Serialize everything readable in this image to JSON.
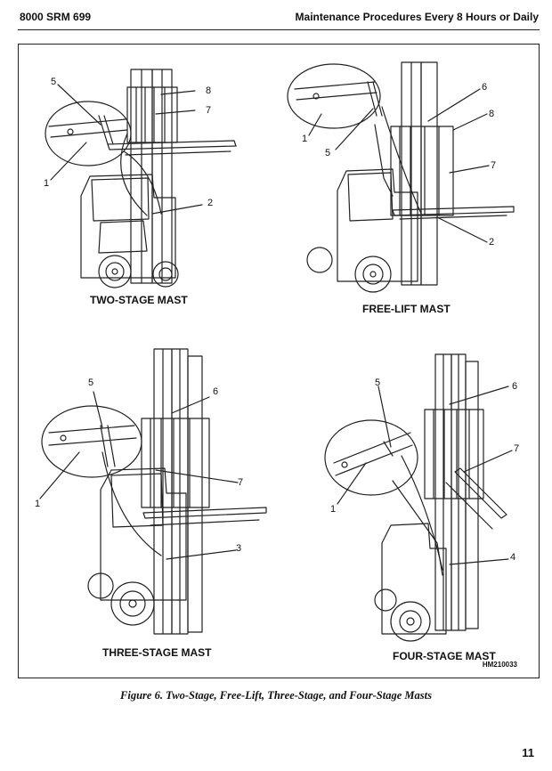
{
  "header": {
    "left": "8000 SRM 699",
    "right": "Maintenance Procedures Every 8 Hours or Daily"
  },
  "figure": {
    "panels": [
      {
        "label": "TWO-STAGE MAST",
        "callouts": [
          "5",
          "8",
          "7",
          "1",
          "2"
        ]
      },
      {
        "label": "FREE-LIFT MAST",
        "callouts": [
          "6",
          "8",
          "1",
          "5",
          "7",
          "2"
        ]
      },
      {
        "label": "THREE-STAGE MAST",
        "callouts": [
          "5",
          "6",
          "1",
          "7",
          "3"
        ]
      },
      {
        "label": "FOUR-STAGE MAST",
        "callouts": [
          "5",
          "6",
          "7",
          "1",
          "4"
        ]
      }
    ],
    "code": "HM210033",
    "caption": "Figure 6. Two-Stage, Free-Lift, Three-Stage, and Four-Stage Masts"
  },
  "page_number": "11"
}
